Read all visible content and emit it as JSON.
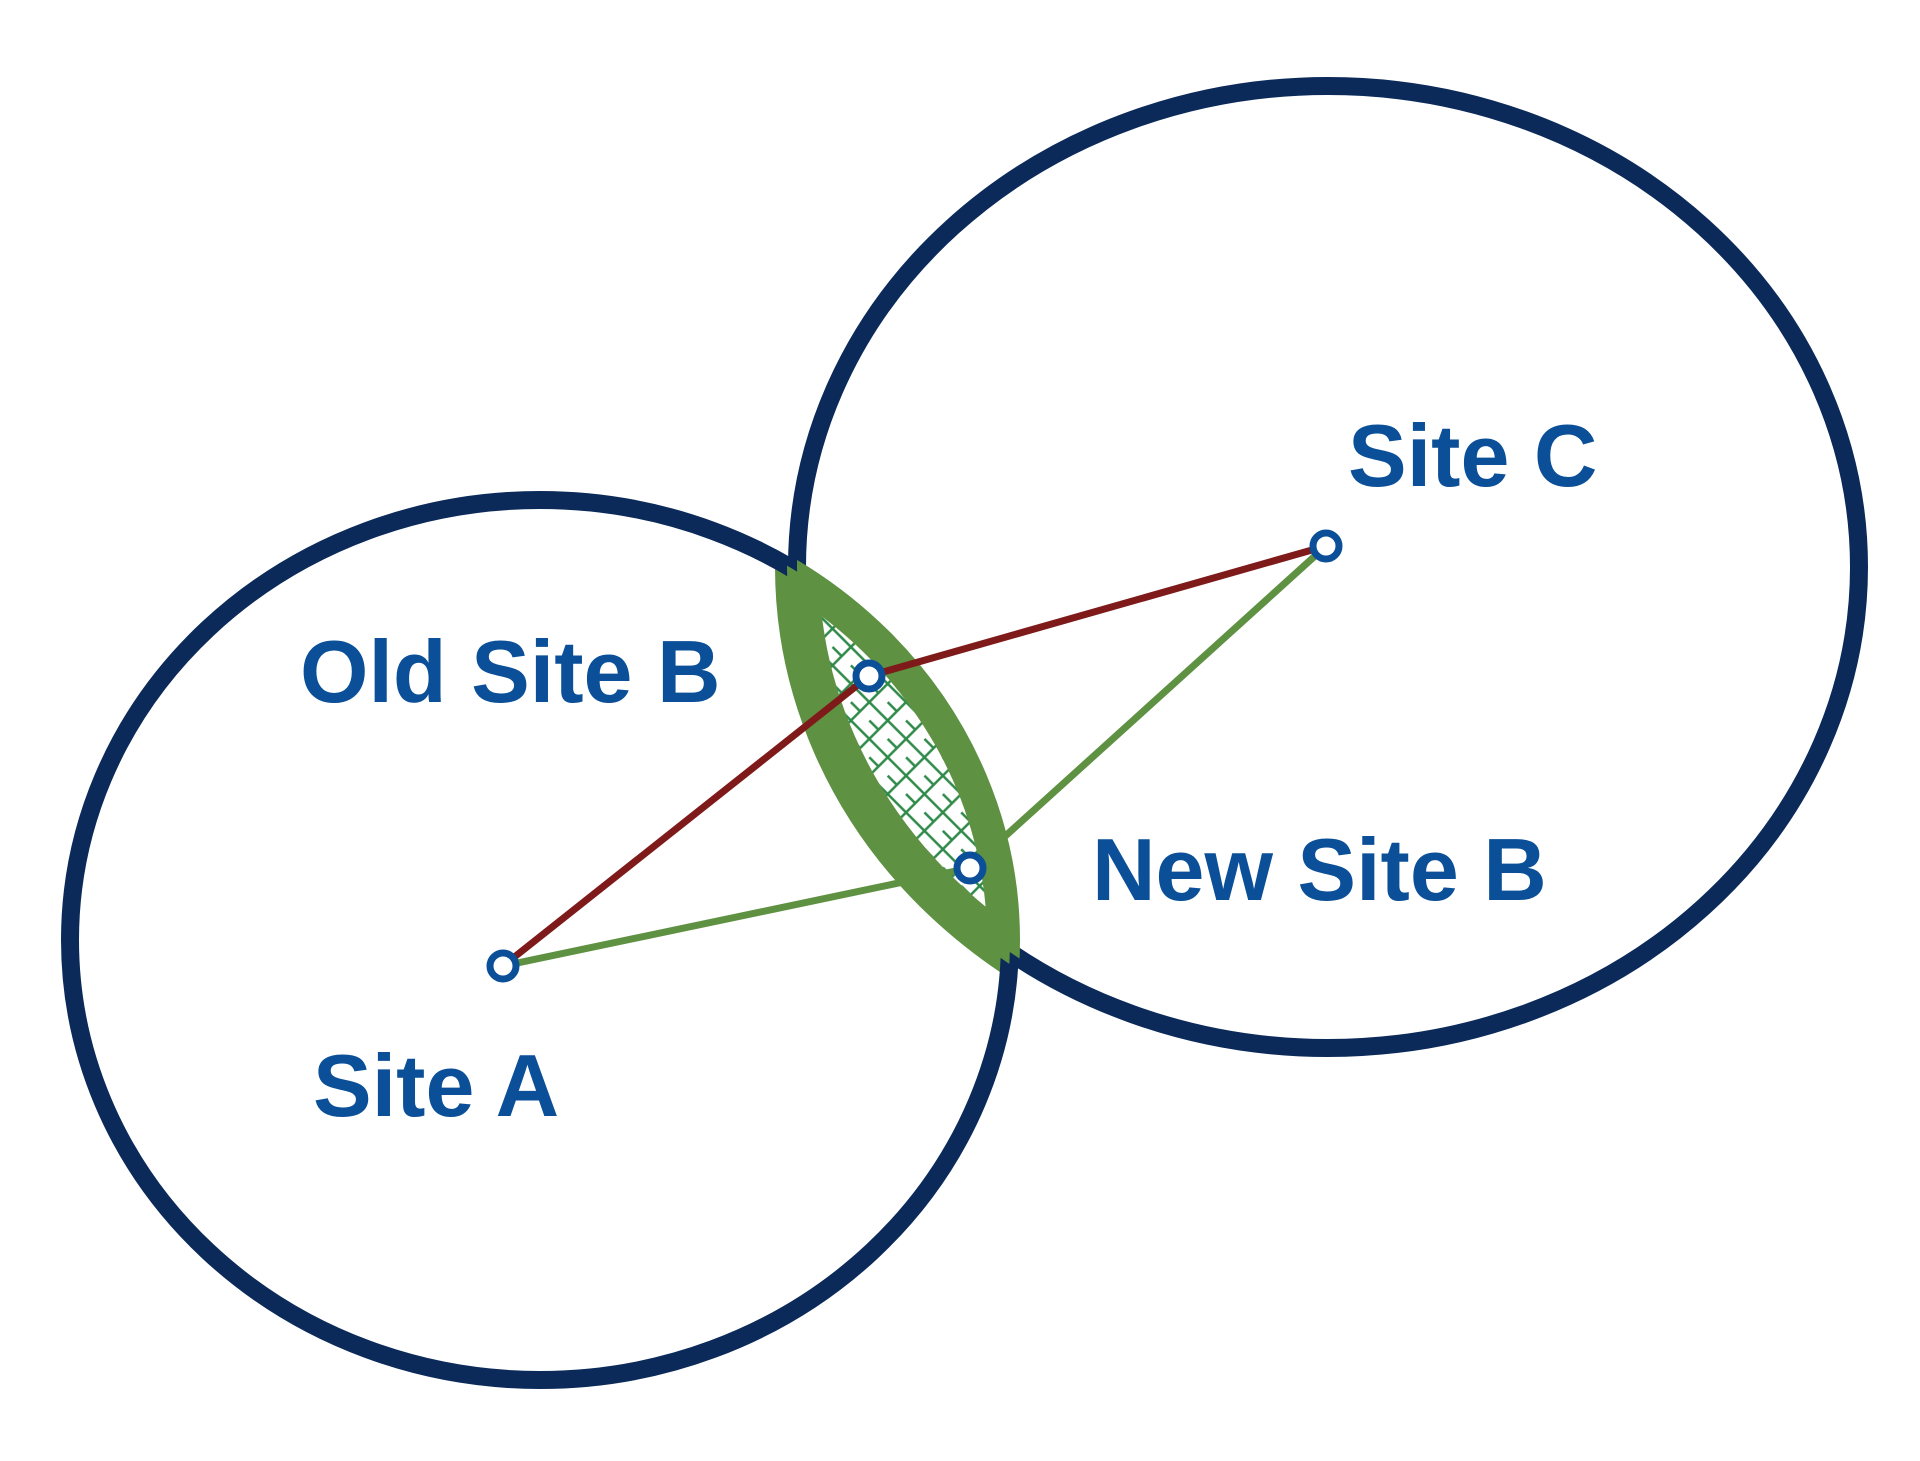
{
  "colors": {
    "background": "#ffffff",
    "ellipse_outline": "#0b2a59",
    "label_text": "#0a4f98",
    "overlap_region": "#5f9142",
    "hatch": "#2f8a4a",
    "old_link": "#7f1a1a",
    "new_link": "#5f9142",
    "node_stroke": "#0a4f98",
    "node_fill": "#ffffff"
  },
  "labels": {
    "site_a": "Site A",
    "site_c": "Site C",
    "old_site_b": "Old Site B",
    "new_site_b": "New Site B"
  },
  "icons": {
    "site_node": "hollow-circle-icon"
  }
}
